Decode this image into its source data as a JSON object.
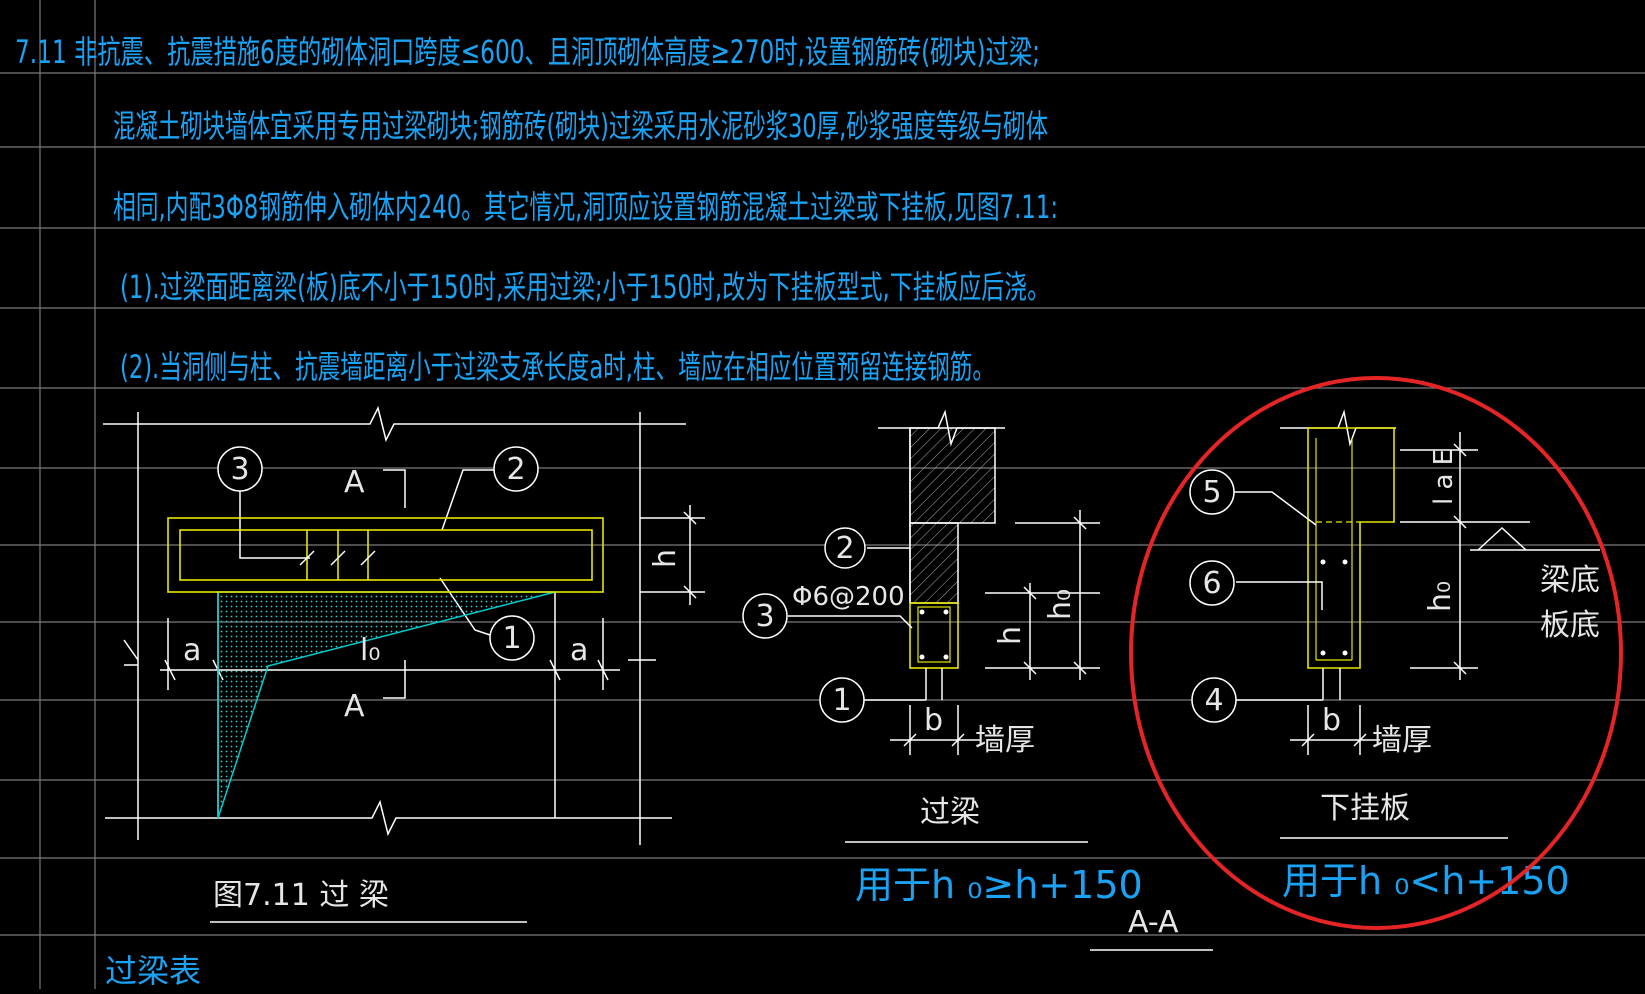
{
  "notes": {
    "line1": "7.11  非抗震、抗震措施6度的砌体洞口跨度≤600、且洞顶砌体高度≥270时,设置钢筋砖(砌块)过梁;",
    "line2": "混凝土砌块墙体宜采用专用过梁砌块;钢筋砖(砌块)过梁采用水泥砂浆30厚,砂浆强度等级与砌体",
    "line3": "相同,内配3Φ8钢筋伸入砌体内240。其它情况,洞顶应设置钢筋混凝土过梁或下挂板,见图7.11:",
    "line4": "(1).过梁面距离梁(板)底不小于150时,采用过梁;小于150时,改为下挂板型式,下挂板应后浇。",
    "line5": "(2).当洞侧与柱、抗震墙距离小于过梁支承长度a时,柱、墙应在相应位置预留连接钢筋。"
  },
  "elevation": {
    "callouts": [
      "3",
      "2",
      "1"
    ],
    "section_mark": "A",
    "dim_h": "h",
    "dim_a": "a",
    "dim_l0": "l₀",
    "caption": "图7.11   过   梁"
  },
  "section_beam": {
    "callouts": [
      "2",
      "3",
      "1"
    ],
    "stirrup_label": "Φ6@200",
    "dim_h": "h",
    "dim_h0": "h₀",
    "dim_b": "b",
    "wall_thickness": "墙厚",
    "title": "过梁",
    "usage": "用于h ₀≥h+150"
  },
  "section_hanging": {
    "callouts": [
      "5",
      "6",
      "4"
    ],
    "dim_lae": "l a E",
    "dim_h0": "h₀",
    "dim_b": "b",
    "wall_thickness": "墙厚",
    "beam_bottom": "梁底",
    "slab_bottom": "板底",
    "title": "下挂板",
    "usage": "用于h ₀<h+150"
  },
  "section_label": "A-A",
  "table_title": "过梁表",
  "colors": {
    "background": "#000000",
    "note_text": "#1aa3f5",
    "grid_line": "#7f7f7f",
    "beam_outline": "#e6e600",
    "drawing_line": "#ffffff",
    "load_triangle": "#00cccc",
    "highlight_circle": "#e52525"
  }
}
